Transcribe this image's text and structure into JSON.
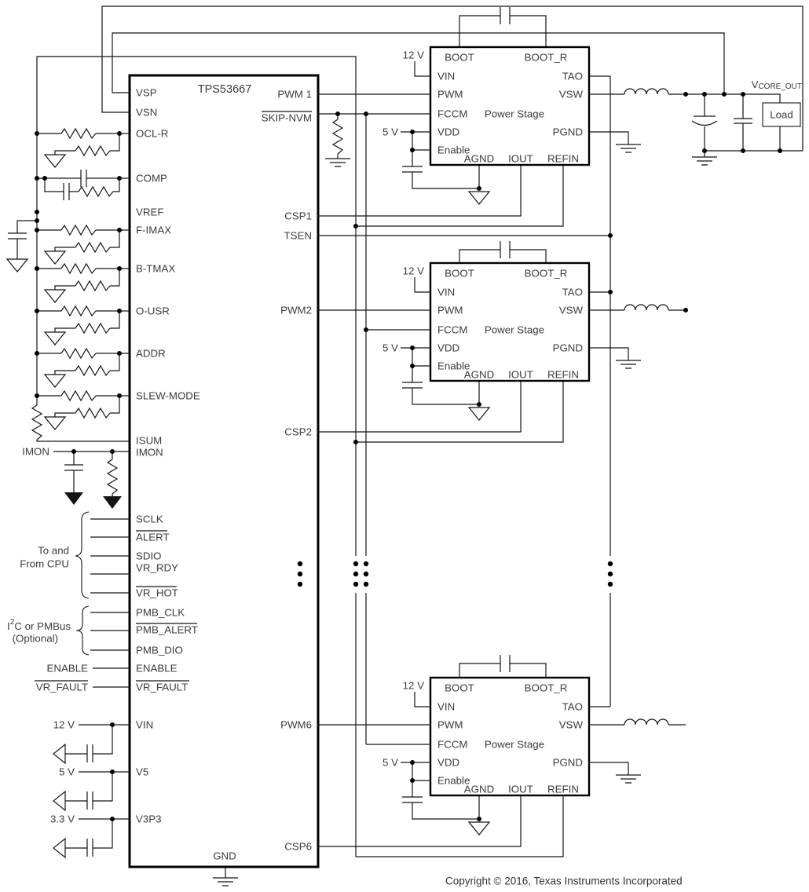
{
  "ic": {
    "part_number": "TPS53667",
    "pins_left": [
      "VSP",
      "VSN",
      "OCL-R",
      "COMP",
      "VREF",
      "F-IMAX",
      "B-TMAX",
      "O-USR",
      "ADDR",
      "SLEW-MODE",
      "ISUM",
      "IMON",
      "SCLK",
      "ALERT",
      "SDIO",
      "VR_RDY",
      "VR_HOT",
      "PMB_CLK",
      "PMB_ALERT",
      "PMB_DIO",
      "ENABLE",
      "VR_FAULT",
      "VIN",
      "V5",
      "V3P3"
    ],
    "pins_right": [
      "PWM 1",
      "SKIP-NVM",
      "CSP1",
      "TSEN",
      "PWM2",
      "CSP2",
      "PWM6",
      "CSP6"
    ],
    "pin_gnd": "GND"
  },
  "power_stage": {
    "title": "Power Stage",
    "pins": {
      "boot": "BOOT",
      "boot_r": "BOOT_R",
      "vin": "VIN",
      "pwm": "PWM",
      "fccm": "FCCM",
      "vdd": "VDD",
      "enable": "Enable",
      "tao": "TAO",
      "vsw": "VSW",
      "pgnd": "PGND",
      "agnd": "AGND",
      "iout": "IOUT",
      "refin": "REFIN"
    },
    "supply_12v": "12 V",
    "supply_5v": "5 V"
  },
  "annotations": {
    "cpu_line1": "To and",
    "cpu_line2": "From CPU",
    "i2c_pre": "I",
    "i2c_sup": "2",
    "i2c_post": "C or PMBus",
    "i2c_line2": "(Optional)",
    "enable_ext": "ENABLE",
    "vr_fault_ext": "VR_FAULT",
    "imon_ext": "IMON",
    "v12": "12 V",
    "v5": "5 V",
    "v3p3": "3.3 V",
    "vcore_main": "V",
    "vcore_sub": "CORE_OUT",
    "load": "Load"
  },
  "footer": {
    "copyright": "Copyright © 2016, Texas Instruments Incorporated"
  }
}
